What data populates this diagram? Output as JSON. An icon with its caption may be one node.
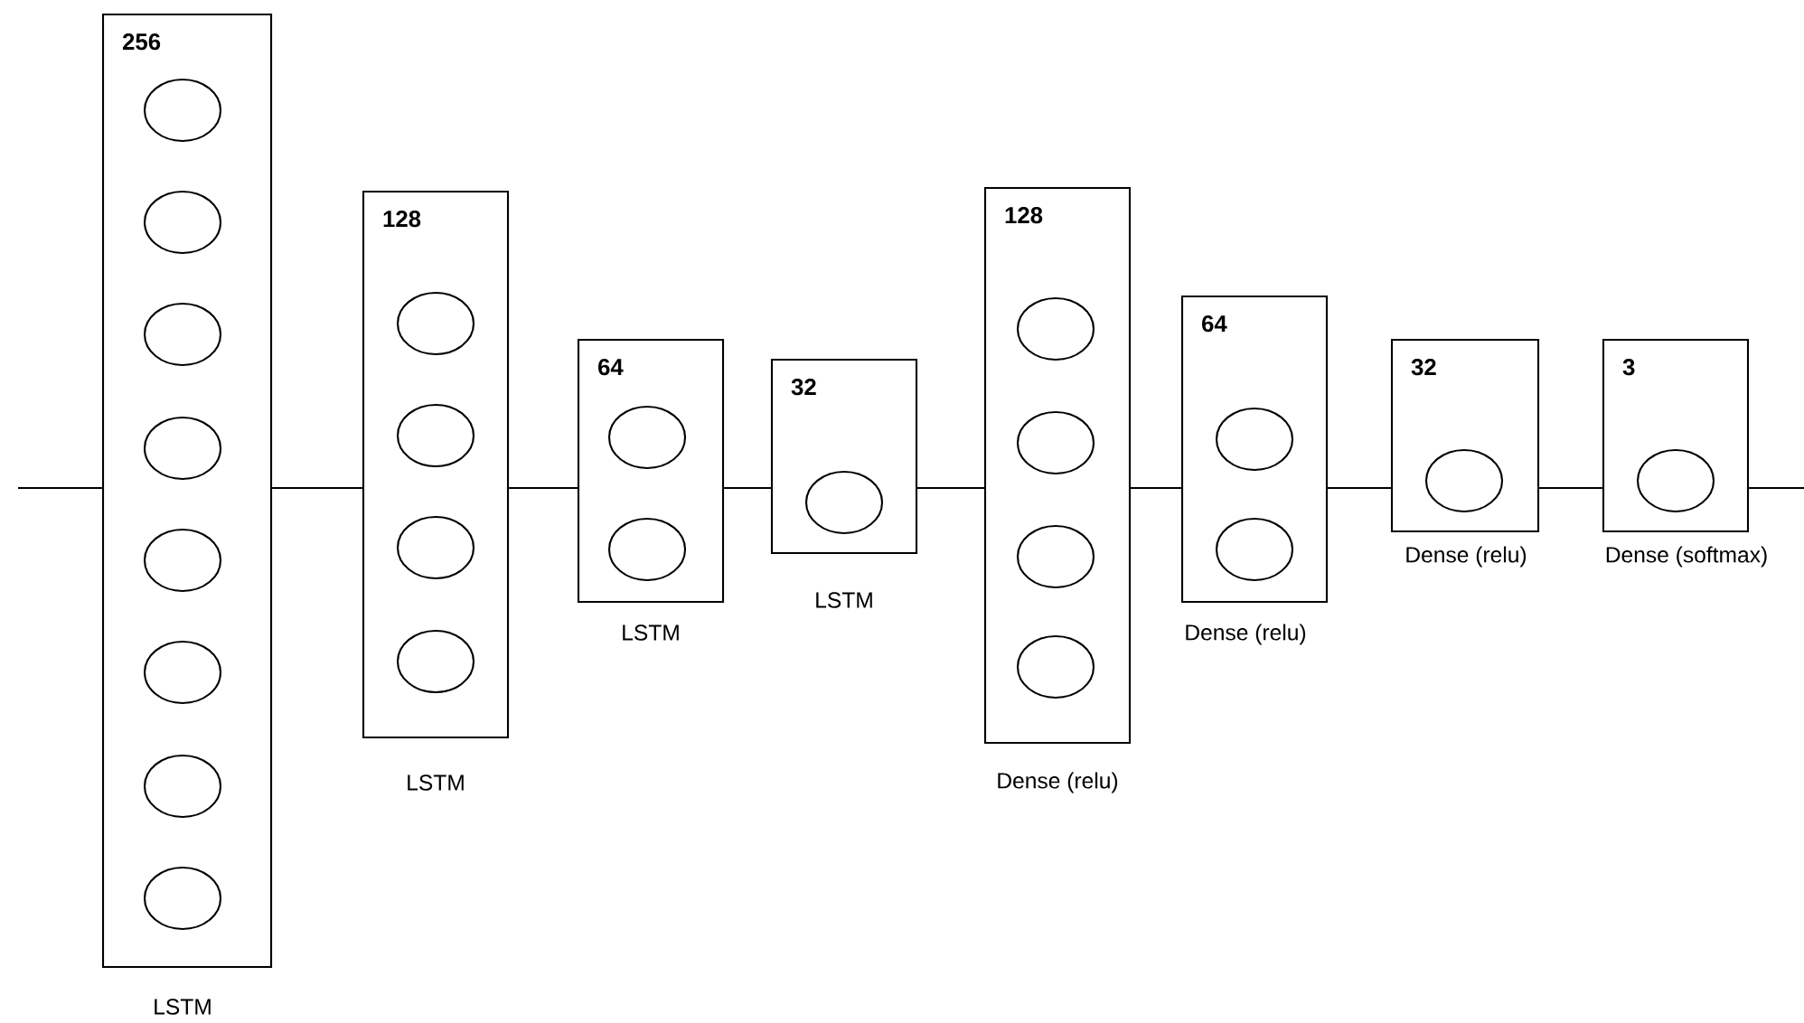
{
  "diagram": {
    "nodes": [
      {
        "text": [
          "256"
        ],
        "beside": [
          "LSTM"
        ]
      },
      {
        "text": [],
        "shape": "circle",
        "in": 0
      },
      {
        "text": [],
        "shape": "circle",
        "in": 0
      },
      {
        "text": [],
        "shape": "circle",
        "in": 0
      },
      {
        "text": [],
        "shape": "circle",
        "in": 0
      },
      {
        "text": [],
        "shape": "circle",
        "in": 0
      },
      {
        "text": [],
        "shape": "circle",
        "in": 0
      },
      {
        "text": [],
        "shape": "circle",
        "in": 0
      },
      {
        "text": [],
        "shape": "circle",
        "in": 0
      },
      {
        "text": [
          "128"
        ],
        "beside": [
          "LSTM"
        ]
      },
      {
        "text": [],
        "shape": "circle",
        "in": 9
      },
      {
        "text": [],
        "shape": "circle",
        "in": 9
      },
      {
        "text": [],
        "shape": "circle",
        "in": 9
      },
      {
        "text": [],
        "shape": "circle",
        "in": 9
      },
      {
        "text": [
          "64"
        ],
        "beside": [
          "LSTM"
        ]
      },
      {
        "text": [],
        "shape": "circle",
        "in": 14
      },
      {
        "text": [],
        "shape": "circle",
        "in": 14
      },
      {
        "text": [
          "32"
        ],
        "beside": [
          "LSTM"
        ]
      },
      {
        "text": [],
        "shape": "circle",
        "in": 17
      },
      {
        "text": [
          "128"
        ],
        "beside": [
          "Dense (relu)"
        ]
      },
      {
        "text": [],
        "shape": "circle",
        "in": 19
      },
      {
        "text": [],
        "shape": "circle",
        "in": 19
      },
      {
        "text": [],
        "shape": "circle",
        "in": 19
      },
      {
        "text": [],
        "shape": "circle",
        "in": 19
      },
      {
        "text": [
          "64"
        ],
        "beside": [
          "Dense (relu)"
        ]
      },
      {
        "text": [],
        "shape": "circle",
        "in": 24
      },
      {
        "text": [],
        "shape": "circle",
        "in": 24
      },
      {
        "text": [
          "32"
        ],
        "beside": [
          "Dense (relu)"
        ]
      },
      {
        "text": [],
        "shape": "circle",
        "in": 27
      },
      {
        "text": [
          "3"
        ],
        "beside": [
          "Dense (softmax)"
        ]
      },
      {
        "text": [],
        "shape": "circle",
        "in": 29
      }
    ],
    "edges": [
      {
        "from": null,
        "to": 0,
        "arrow": "none"
      },
      {
        "from": 0,
        "to": 9,
        "arrow": "none"
      },
      {
        "from": 9,
        "to": 14,
        "arrow": "none"
      },
      {
        "from": 14,
        "to": 17,
        "arrow": "none"
      },
      {
        "from": 17,
        "to": 19,
        "arrow": "none"
      },
      {
        "from": 19,
        "to": 24,
        "arrow": "none"
      },
      {
        "from": 24,
        "to": 27,
        "arrow": "none"
      },
      {
        "from": 27,
        "to": 29,
        "arrow": "none"
      },
      {
        "from": 29,
        "to": null,
        "arrow": "none"
      }
    ]
  }
}
